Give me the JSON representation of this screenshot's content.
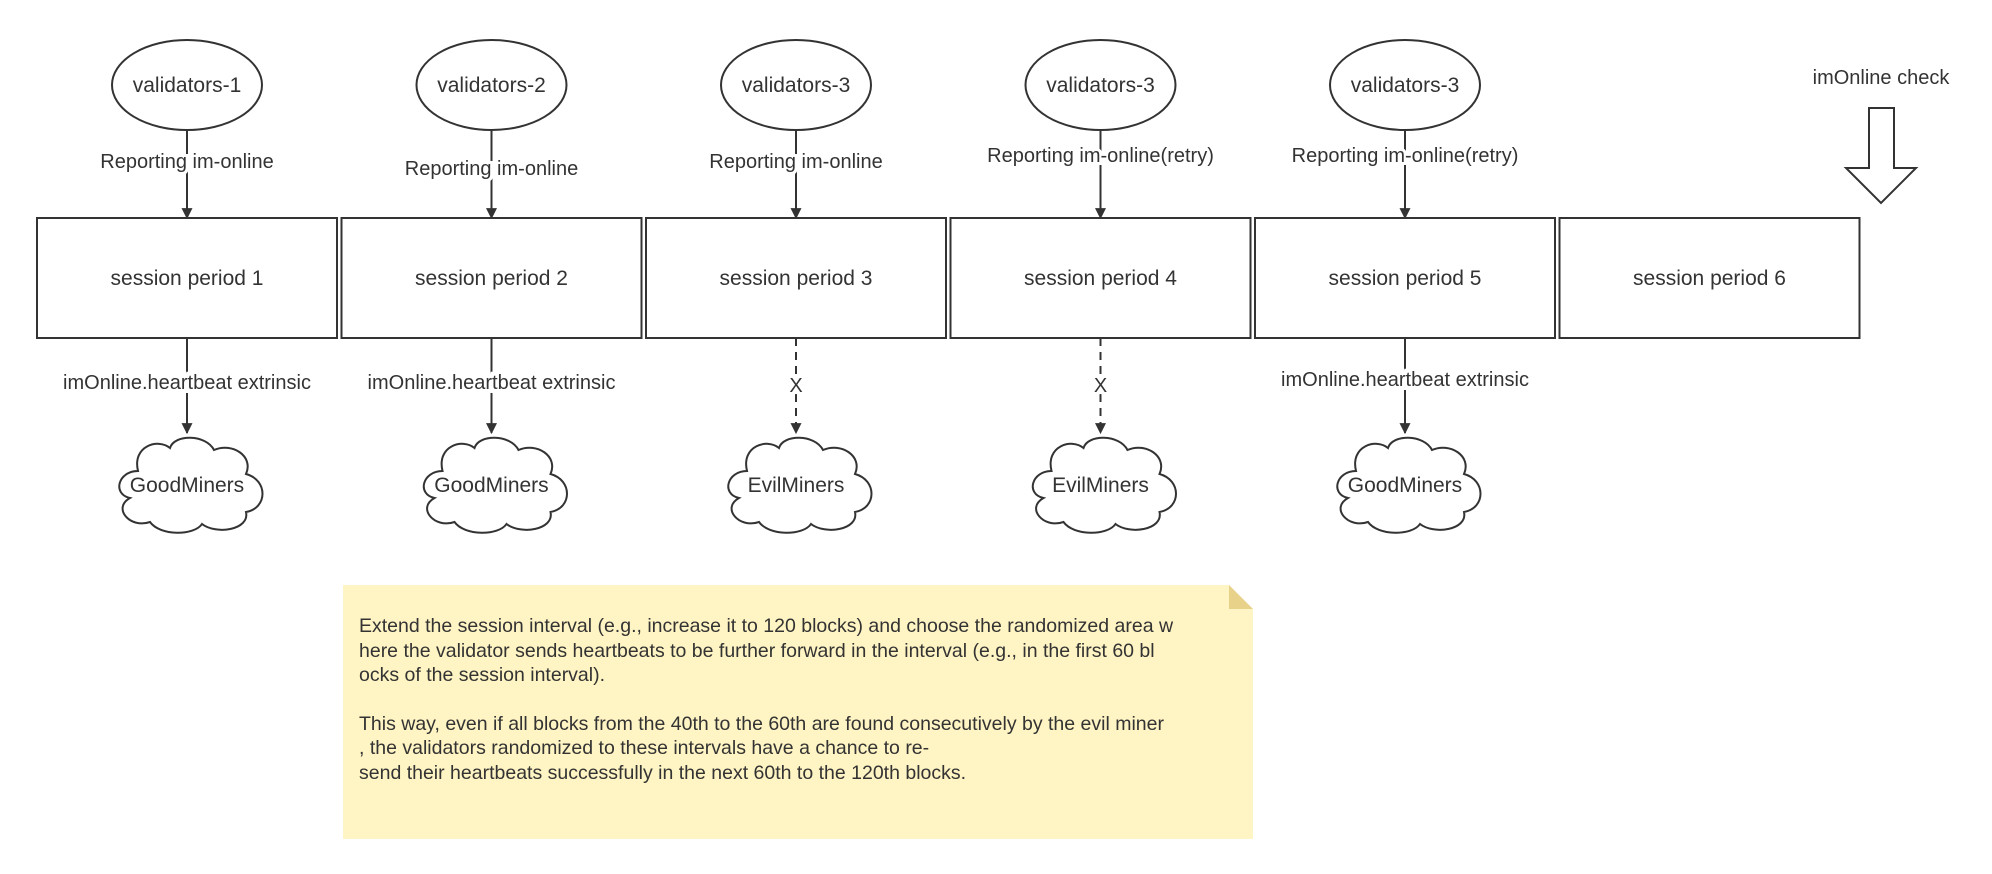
{
  "diagram": {
    "validators": [
      "validators-1",
      "validators-2",
      "validators-3",
      "validators-3",
      "validators-3"
    ],
    "reporting_labels": [
      "Reporting im-online",
      "Reporting im-online",
      "Reporting im-online",
      "Reporting im-online(retry)",
      "Reporting im-online(retry)"
    ],
    "sessions": [
      "session period 1",
      "session period 2",
      "session period 3",
      "session period 4",
      "session period 5",
      "session period 6"
    ],
    "heartbeat_labels": [
      "imOnline.heartbeat extrinsic",
      "imOnline.heartbeat extrinsic",
      "X",
      "X",
      "imOnline.heartbeat extrinsic"
    ],
    "miners": [
      "GoodMiners",
      "GoodMiners",
      "EvilMiners",
      "EvilMiners",
      "GoodMiners"
    ],
    "check_label": "imOnline check"
  },
  "note": {
    "paragraph1": [
      "Extend the session interval (e.g., increase it to 120 blocks) and choose the randomized area w",
      "here the validator sends heartbeats to be further forward in the interval (e.g., in the first 60 bl",
      "ocks of the session interval)."
    ],
    "paragraph2": [
      "This way, even if all blocks from the 40th to the 60th are found consecutively by the evil miner",
      ", the validators randomized to these intervals have a chance to re-",
      "send their heartbeats successfully in the next 60th to the 120th blocks."
    ]
  },
  "colors": {
    "stroke": "#333333",
    "note_bg": "#fff4c3",
    "note_fold": "#e8d28a"
  }
}
